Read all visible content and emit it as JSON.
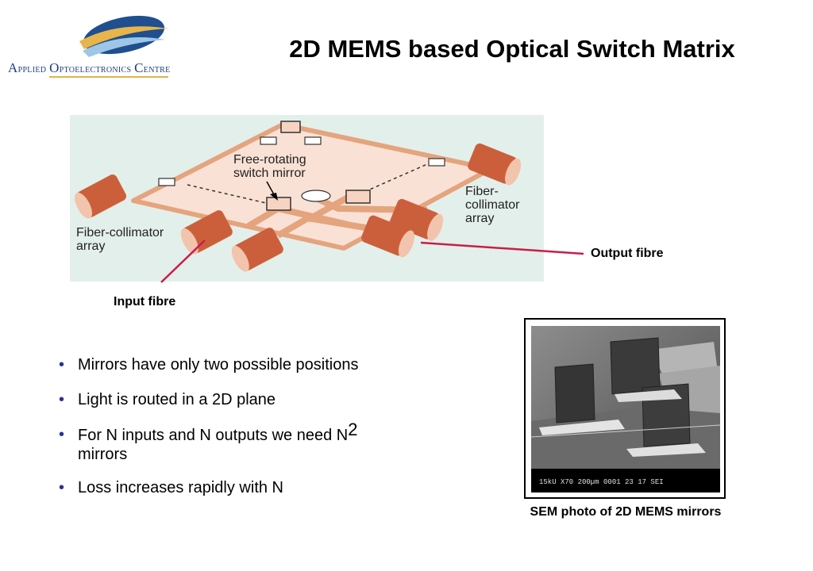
{
  "logo": {
    "text_a_cap": "A",
    "text_a_rest": "pplied ",
    "text_o_cap": "O",
    "text_o_rest": "ptoelectronics ",
    "text_c_cap": "C",
    "text_c_rest": "entre"
  },
  "title": "2D MEMS based Optical Switch Matrix",
  "diagram": {
    "label_mirror_1": "Free-rotating",
    "label_mirror_2": "switch mirror",
    "label_left_1": "Fiber-collimator",
    "label_left_2": "array",
    "label_right_1": "Fiber-",
    "label_right_2": "collimator",
    "label_right_3": "array"
  },
  "callouts": {
    "output": "Output fibre",
    "input": "Input fibre"
  },
  "bullets": {
    "b1": "Mirrors have only two possible positions",
    "b2": "Light is routed in a 2D plane",
    "b3_text": "For N inputs and N outputs we need N",
    "b3_sup": "2",
    "b3_tail": "mirrors",
    "b4": "Loss increases rapidly with N"
  },
  "sem": {
    "scale_bar": "15kU    X70  200µm  0001  23 17 SEI",
    "caption": "SEM photo of 2D MEMS mirrors"
  },
  "colors": {
    "cylinder": "#cc5f3b",
    "rail": "#e4a47e",
    "platform": "#f9e1d5",
    "diagram_bg": "#e3efea",
    "callout_line": "#c81e4a",
    "bullet": "#2b2f9b",
    "logo_blue": "#1f3f7f"
  }
}
